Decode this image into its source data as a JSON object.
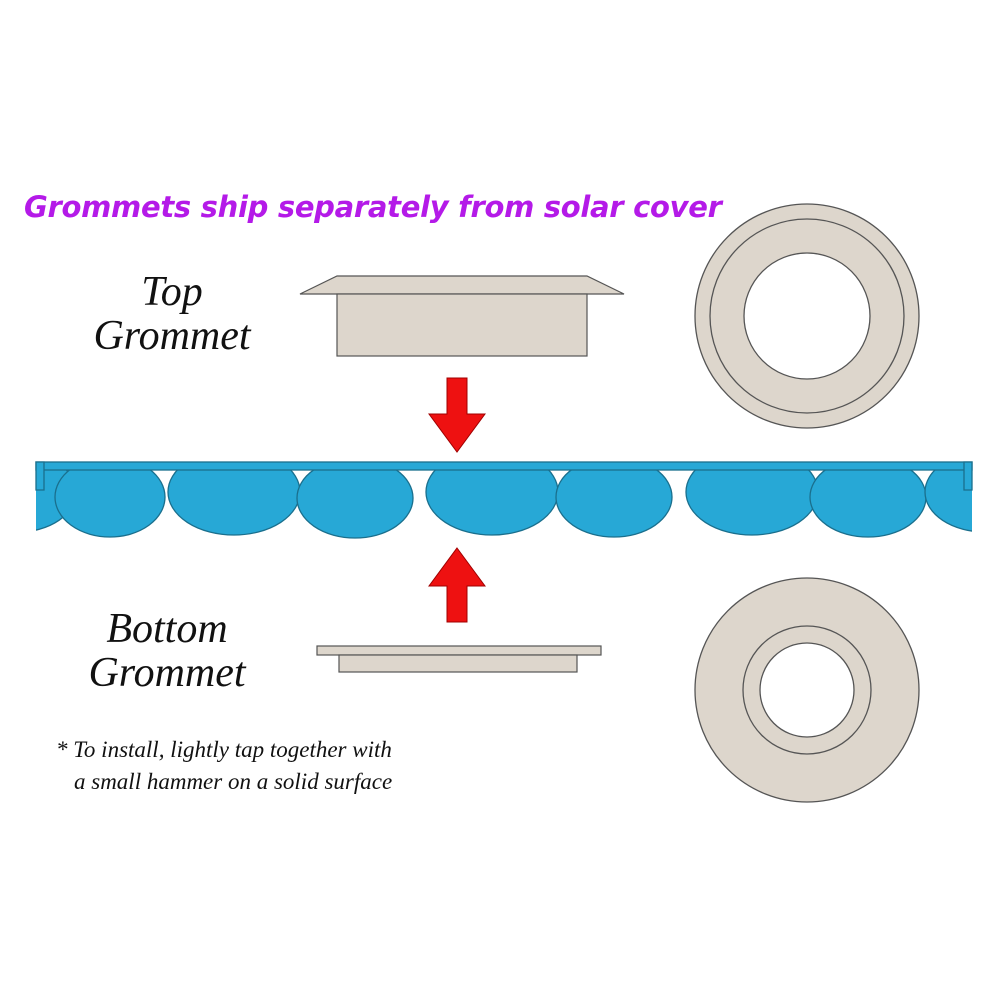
{
  "banner": {
    "text": "Grommets ship separately from solar cover",
    "color": "#b41ae8"
  },
  "labels": {
    "top_line1": "Top",
    "top_line2": "Grommet",
    "bottom_line1": "Bottom",
    "bottom_line2": "Grommet"
  },
  "note": {
    "line1": "* To install, lightly tap together with",
    "line2": "a small hammer on a solid surface"
  },
  "colors": {
    "grommet_fill": "#ddd6cc",
    "outline": "#555555",
    "cover_fill": "#27a8d6",
    "cover_stroke": "#1a6f8d",
    "arrow_fill": "#ee1111"
  },
  "arrows": {
    "upper": "arrow-down",
    "lower": "arrow-up"
  }
}
